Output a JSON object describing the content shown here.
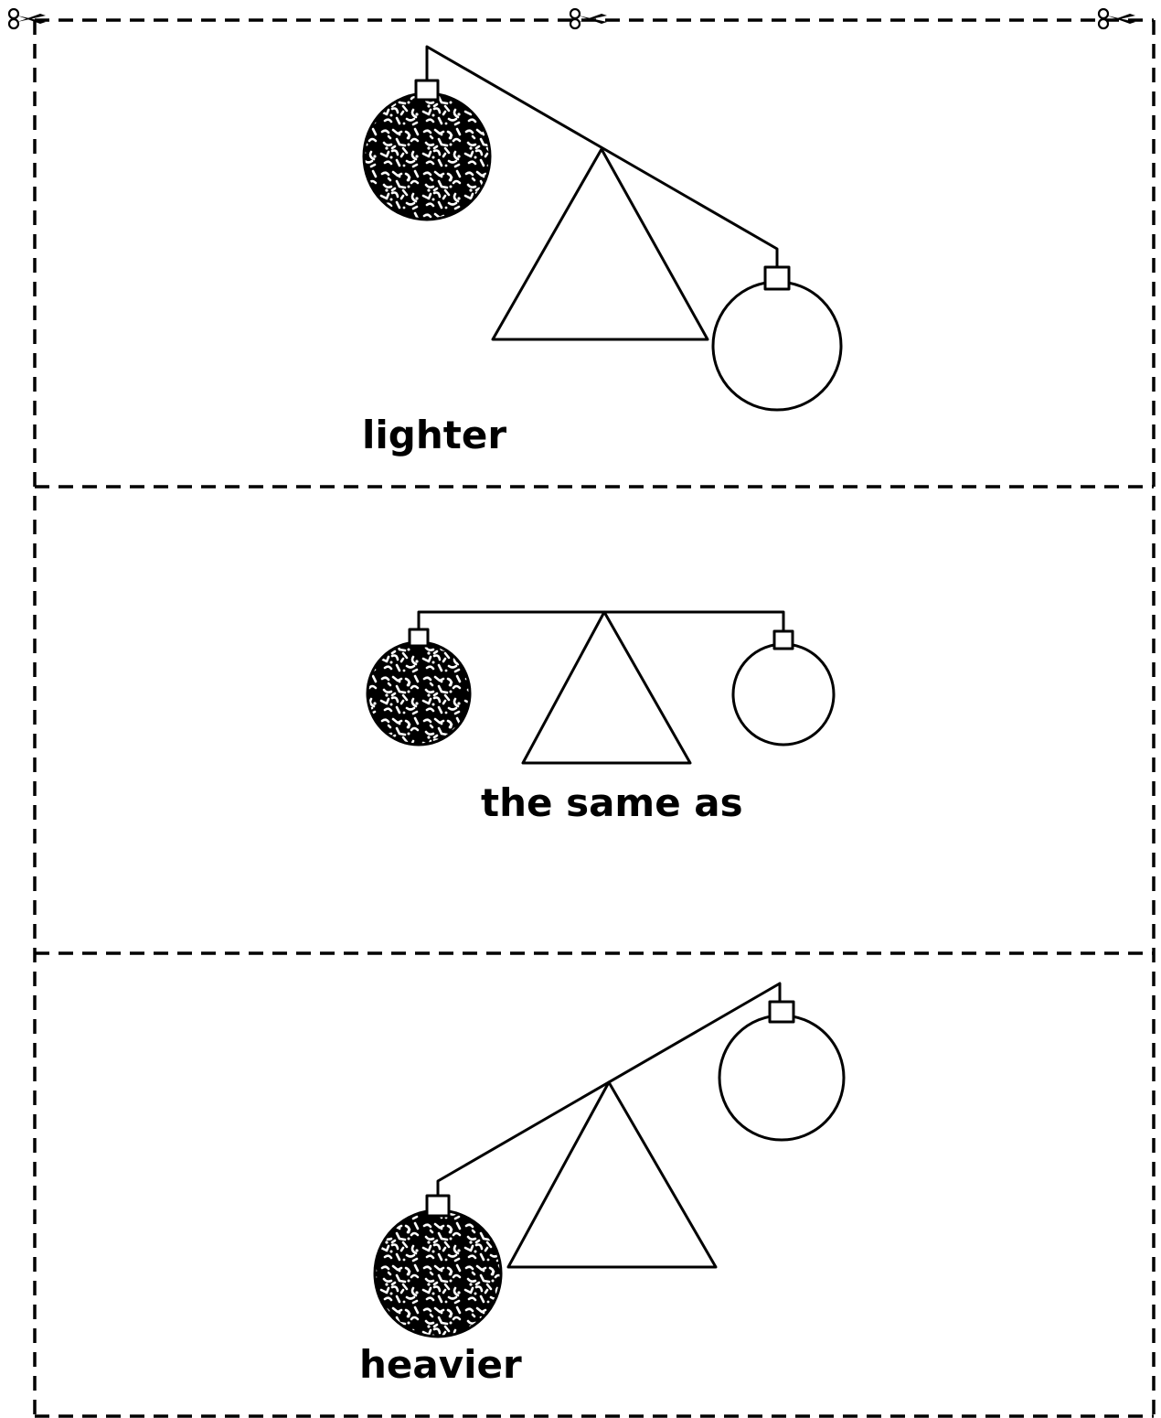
{
  "colors": {
    "ink": "#000000",
    "paper": "#ffffff"
  },
  "icons": [
    "scissors-icon",
    "scissors-icon",
    "scissors-icon"
  ],
  "cards": [
    {
      "label": "lighter",
      "balance": "patterned-side-up",
      "patterned_ornament": "left",
      "plain_ornament": "right"
    },
    {
      "label": "the same as",
      "balance": "level",
      "patterned_ornament": "left",
      "plain_ornament": "right"
    },
    {
      "label": "heavier",
      "balance": "patterned-side-down",
      "patterned_ornament": "left",
      "plain_ornament": "right"
    }
  ]
}
